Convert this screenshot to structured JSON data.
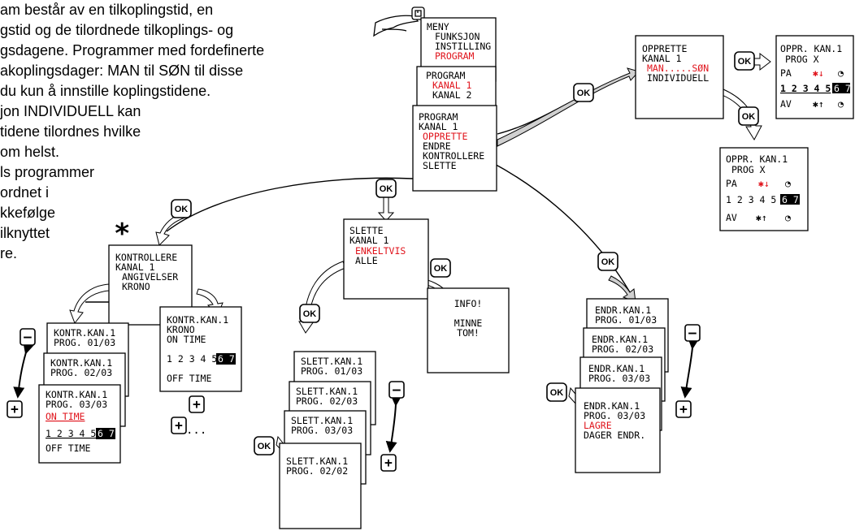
{
  "intro_lines": [
    "am består av en tilkoplingstid, en",
    "gstid og de tilordnede tilkoplings- og",
    "gsdagene. Programmer med fordefinerte",
    "akoplingsdager: MAN til SØN til disse",
    " du kun å innstille koplingstidene.",
    "jon INDIVIDUELL kan",
    "tidene tilordnes hvilke",
    "om helst.",
    "ls programmer",
    " ordnet i",
    "kkefølge",
    "ilknyttet",
    "re."
  ],
  "ok_label": "OK",
  "minus_symbol": "–",
  "plus_symbol": "+",
  "asterisk": "*",
  "ellipsis": "...",
  "colors": {
    "accent": "#e0131b",
    "arrow_gray": "#bdbdbd",
    "line": "#000000"
  },
  "screens": {
    "menu": [
      "MENY",
      "FUNKSJON",
      "INSTILLING",
      "PROGRAM"
    ],
    "program_select": [
      "PROGRAM",
      "KANAL 1",
      "KANAL 2"
    ],
    "program_kanal": [
      "PROGRAM",
      "KANAL 1",
      "OPPRETTE",
      "ENDRE",
      "KONTROLLERE",
      "SLETTE"
    ],
    "opprette": [
      "OPPRETTE",
      "KANAL 1",
      "MAN.....SØN",
      "INDIVIDUELL"
    ],
    "oppr_a": [
      "OPPR. KAN.1",
      "PROG  X",
      "PA",
      "1 2 3 4 5",
      "6 7",
      "AV"
    ],
    "oppr_b": [
      "OPPR. KAN.1",
      "PROG  X",
      "PA",
      "1 2 3 4 5",
      "6 7",
      "AV"
    ],
    "kontrollere": [
      "KONTROLLERE",
      "KANAL 1",
      "ANGIVELSER",
      "KRONO"
    ],
    "kontr_1": [
      "KONTR.KAN.1",
      "PROG. 01/03"
    ],
    "kontr_2": [
      "KONTR.KAN.1",
      "PROG. 02/03"
    ],
    "kontr_3": [
      "KONTR.KAN.1",
      "PROG. 03/03",
      "ON TIME",
      "1 2 3 4 5",
      "6 7",
      "OFF TIME"
    ],
    "krono": [
      "KONTR.KAN.1",
      "KRONO",
      "ON TIME",
      "1 2 3 4 5",
      "6 7",
      "OFF TIME"
    ],
    "slette": [
      "SLETTE",
      "KANAL 1",
      "ENKELTVIS",
      "ALLE"
    ],
    "info": [
      "INFO!",
      "MINNE",
      "TOM!"
    ],
    "slett_1": [
      "SLETT.KAN.1",
      "PROG. 01/03"
    ],
    "slett_2": [
      "SLETT.KAN.1",
      "PROG. 02/03"
    ],
    "slett_3": [
      "SLETT.KAN.1",
      "PROG. 03/03"
    ],
    "slett_4": [
      "SLETT.KAN.1",
      "PROG. 02/02"
    ],
    "endr_1": [
      "ENDR.KAN.1",
      "PROG. 01/03"
    ],
    "endr_2": [
      "ENDR.KAN.1",
      "PROG. 02/03"
    ],
    "endr_3": [
      "ENDR.KAN.1",
      "PROG. 03/03"
    ],
    "endr_4": [
      "ENDR.KAN.1",
      "PROG. 03/03",
      "LAGRE",
      "DAGER ENDR."
    ]
  }
}
